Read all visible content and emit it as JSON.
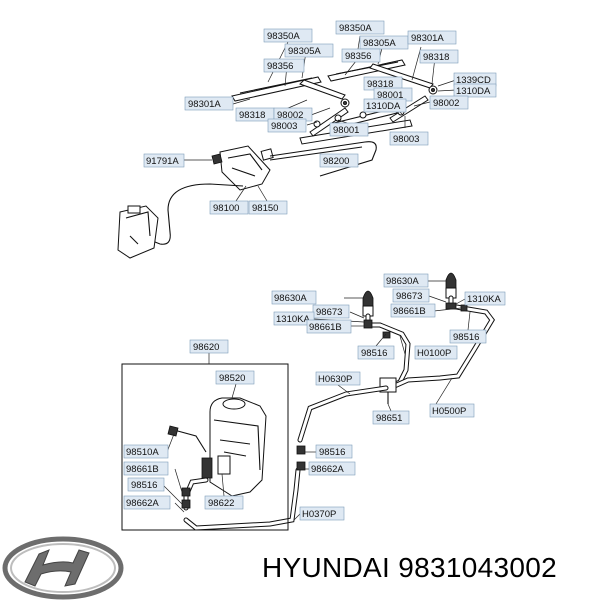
{
  "labels": {
    "l98350A_1": "98350A",
    "l98350A_2": "98350A",
    "l98305A_1": "98305A",
    "l98305A_2": "98305A",
    "l98301A_1": "98301A",
    "l98301A_2": "98301A",
    "l98356_1": "98356",
    "l98356_2": "98356",
    "l98318_1": "98318",
    "l98318_2": "98318",
    "l98318_3": "98318",
    "l1339CD": "1339CD",
    "l1310DA_1": "1310DA",
    "l1310DA_2": "1310DA",
    "l98001_1": "98001",
    "l98001_2": "98001",
    "l98002_1": "98002",
    "l98002_2": "98002",
    "l98003_1": "98003",
    "l98003_2": "98003",
    "l91791A": "91791A",
    "l98200": "98200",
    "l98100": "98100",
    "l98150": "98150",
    "l98630A_1": "98630A",
    "l98630A_2": "98630A",
    "l98673_1": "98673",
    "l98673_2": "98673",
    "l1310KA_1": "1310KA",
    "l1310KA_2": "1310KA",
    "l98661B_1": "98661B",
    "l98661B_2": "98661B",
    "l98661B_3": "98661B",
    "l98516_1": "98516",
    "l98516_2": "98516",
    "l98516_3": "98516",
    "l98516_4": "98516",
    "lH0100P": "H0100P",
    "l98620": "98620",
    "l98520": "98520",
    "lH0630P": "H0630P",
    "l98651": "98651",
    "lH0500P": "H0500P",
    "l98510A": "98510A",
    "l98662A_1": "98662A",
    "l98662A_2": "98662A",
    "l98622": "98622",
    "lH0370P": "H0370P"
  },
  "footer": {
    "brand": "HYUNDAI",
    "part_number": "9831043002"
  },
  "colors": {
    "label_fill": "#dfe9f3",
    "label_stroke": "#7f9db9"
  },
  "icons": {
    "logo": "hyundai-logo-icon"
  }
}
